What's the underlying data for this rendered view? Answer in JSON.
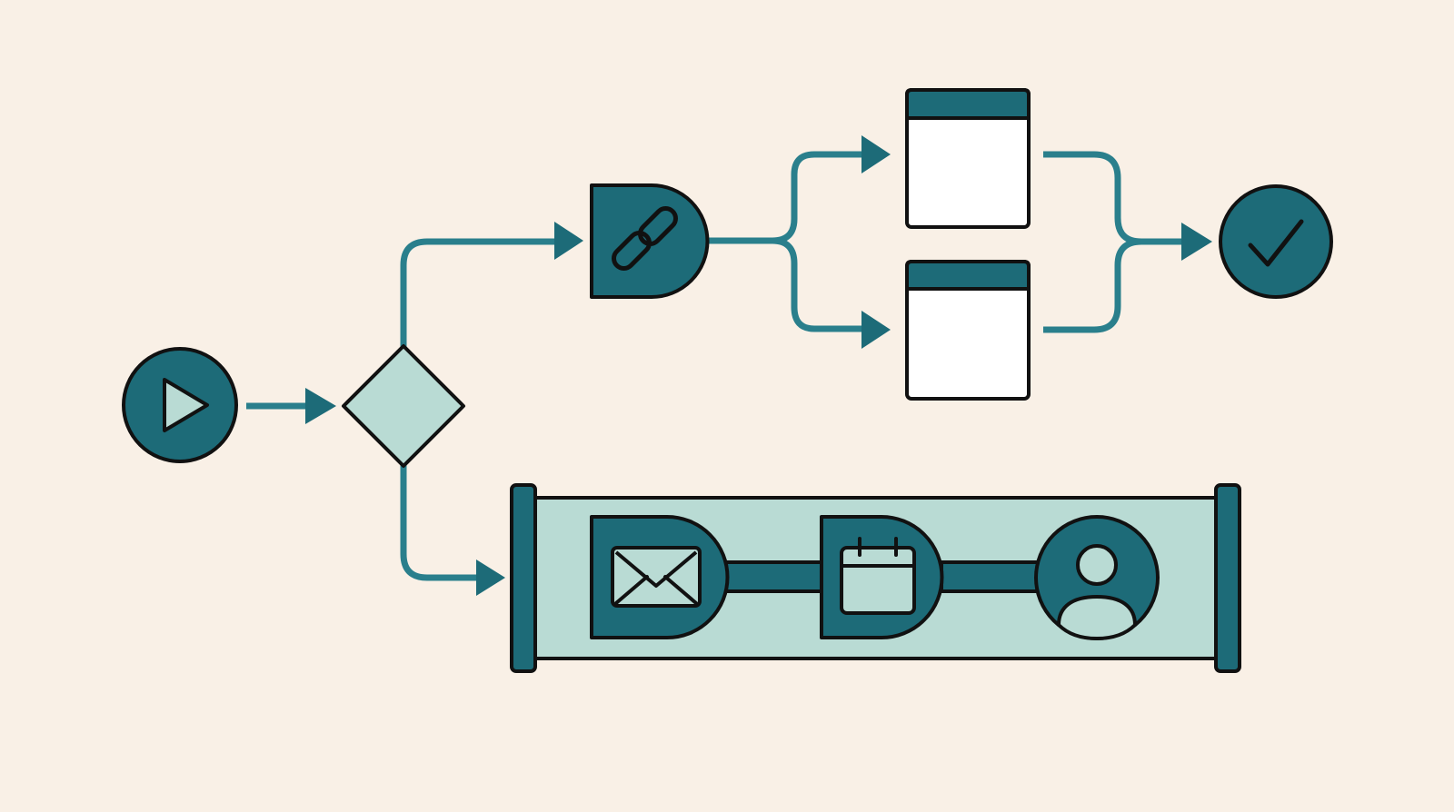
{
  "colors": {
    "background": "#f9f0e6",
    "primary": "#1d6b78",
    "connector": "#2a7f8c",
    "light_fill": "#b9dbd4",
    "outline": "#111111",
    "panel_white": "#ffffff"
  },
  "nodes": [
    {
      "id": "start",
      "shape": "circle",
      "icon": "play-icon"
    },
    {
      "id": "decision",
      "shape": "diamond",
      "icon": null
    },
    {
      "id": "link-step",
      "shape": "d-shape",
      "icon": "link-icon"
    },
    {
      "id": "panel-top",
      "shape": "window-panel",
      "icon": null
    },
    {
      "id": "panel-bottom",
      "shape": "window-panel",
      "icon": null
    },
    {
      "id": "end",
      "shape": "circle",
      "icon": "check-icon"
    },
    {
      "id": "lane",
      "shape": "pipe-lane",
      "icon": null
    },
    {
      "id": "mail-step",
      "shape": "d-shape",
      "icon": "mail-icon"
    },
    {
      "id": "calendar-step",
      "shape": "d-shape",
      "icon": "calendar-icon"
    },
    {
      "id": "user-step",
      "shape": "circle",
      "icon": "user-icon"
    }
  ],
  "edges": [
    {
      "from": "start",
      "to": "decision"
    },
    {
      "from": "decision",
      "to": "link-step"
    },
    {
      "from": "decision",
      "to": "lane"
    },
    {
      "from": "link-step",
      "to": "panel-top"
    },
    {
      "from": "link-step",
      "to": "panel-bottom"
    },
    {
      "from": "panel-top",
      "to": "end"
    },
    {
      "from": "panel-bottom",
      "to": "end"
    },
    {
      "from": "mail-step",
      "to": "calendar-step"
    },
    {
      "from": "calendar-step",
      "to": "user-step"
    }
  ]
}
